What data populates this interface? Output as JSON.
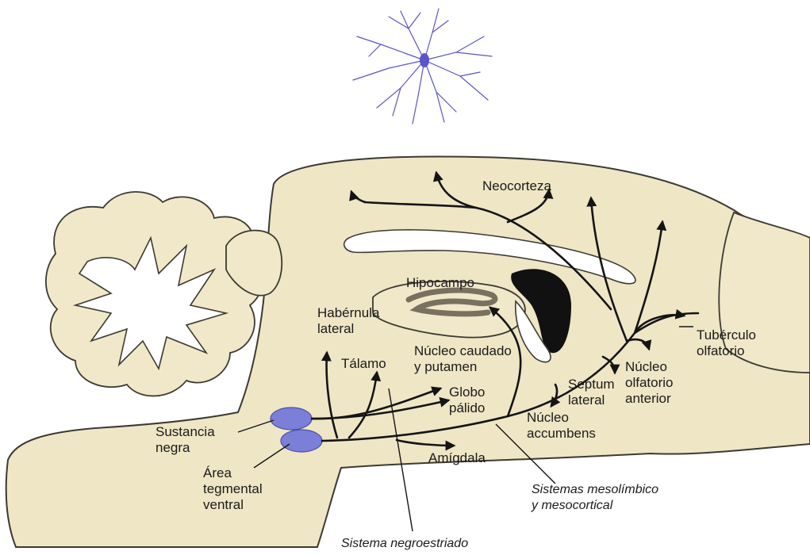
{
  "diagram": {
    "labels": {
      "neocorteza": "Neocorteza",
      "hipocampo": "Hipocampo",
      "habernula_1": "Habérnula",
      "habernula_2": "lateral",
      "talamo": "Tálamo",
      "caudado_1": "Núcleo caudado",
      "caudado_2": "y putamen",
      "globo_1": "Globo",
      "globo_2": "pálido",
      "tuberculo_1": "Tubérculo",
      "tuberculo_2": "olfatorio",
      "nucleo_olf_1": "Núcleo",
      "nucleo_olf_2": "olfatorio",
      "nucleo_olf_3": "anterior",
      "septum_1": "Septum",
      "septum_2": "lateral",
      "accumbens_1": "Núcleo",
      "accumbens_2": "accumbens",
      "sustancia_1": "Sustancia",
      "sustancia_2": "negra",
      "area_1": "Área",
      "area_2": "tegmental",
      "area_3": "ventral",
      "amigdala": "Amígdala",
      "mesolimbico_1": "Sistemas mesolímbico",
      "mesolimbico_2": "y mesocortical",
      "negroestriado": "Sistema negroestriado"
    },
    "colors": {
      "tissue": "#efe6c6",
      "nuclei": "#7b7fd8",
      "pathways": "#141414",
      "neuron": "#5a55c9",
      "ventricle": "#111111"
    },
    "icons": {
      "neuron_image": "neuron-icon"
    }
  }
}
